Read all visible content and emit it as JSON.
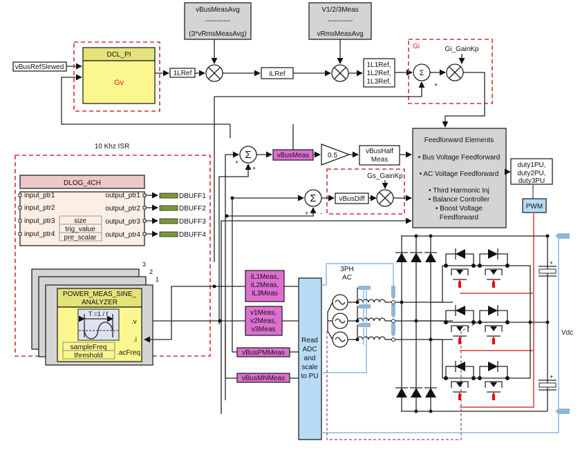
{
  "diagram": {
    "title_isr": "10 Khz ISR",
    "inputs": {
      "vbus_ref": "vBusRefSlewed"
    },
    "dcl_pi": {
      "header": "DCL_PI",
      "gain": "Gv"
    },
    "signals": {
      "l1_ref": "1LRef",
      "il_ref": "iLRef",
      "l123_ref": [
        "1L1Ref,",
        "1L2Ref,",
        "1L3Ref,"
      ],
      "vbus_meas": "vBusMeas",
      "half_gain": "0.5",
      "vbus_half": [
        "vBusHalf",
        "Meas"
      ],
      "vbus_diff": "vBusDiff",
      "duty": [
        "duty1PU,",
        "duty2PU,",
        "duty3PU"
      ],
      "pwm": "PWM"
    },
    "gray_boxes": {
      "vbus_ratio": {
        "top": "vBusMeasAvg",
        "sep": "-----------",
        "bottom": "(3*vRmsMeasAvg)"
      },
      "v_ratio": {
        "top": "V1/2/3Meas",
        "sep": "-----------",
        "bottom": "vRmsMeasAvg"
      }
    },
    "gi_block": {
      "label": "Gi",
      "gain": "Gi_GainKp",
      "sigma": "Σ",
      "minus": "-",
      "plus": "+"
    },
    "gs_block": {
      "gain": "Gs_GainKp"
    },
    "feedforward": {
      "title": "Feedforward Elements",
      "items": [
        "• Bus Voltage Feedforward",
        "• AC Voltage Feedforward",
        "• Third Harmonic Inj",
        "• Balance Controller",
        "• Boost Voltage",
        "Feedforward"
      ]
    },
    "dlog": {
      "header": "DLOG_4CH",
      "inputs": [
        "input_ptr1",
        "input_ptr2",
        "input_ptr3",
        "input_ptr4"
      ],
      "outputs": [
        "output_ptr1",
        "output_ptr2",
        "output_ptr3",
        "output_ptr4"
      ],
      "params": [
        "size",
        "trig_value",
        "pre_scalar"
      ],
      "buffers": [
        "DBUFF1",
        "DBUFF2",
        "DBUFF3",
        "DBUFF4"
      ]
    },
    "analyzer": {
      "stack_labels": [
        "3",
        "2",
        "1"
      ],
      "header": [
        "POWER_MEAS_SINE_",
        "ANALYZER"
      ],
      "period": "T =1 / f",
      "ports": [
        ".v",
        ".i",
        ".acFreq"
      ],
      "params": [
        "sampleFreq",
        "threshold"
      ]
    },
    "meas": {
      "il": [
        "iL1Meas,",
        "iL2Meas,",
        "iL3Meas"
      ],
      "v": [
        "v1Meas,",
        "v2Meas,",
        "v3Meas"
      ],
      "vbus_pm": "vBusPMMeas",
      "vbus_mn": "vBusMNMeas"
    },
    "adc": [
      "Read",
      "ADC",
      "and",
      "scale",
      "to PU"
    ],
    "ac_source": [
      "3PH",
      "AC"
    ],
    "vdc": "Vdc",
    "sum_signs": {
      "plus": "+",
      "minus": "-"
    }
  }
}
